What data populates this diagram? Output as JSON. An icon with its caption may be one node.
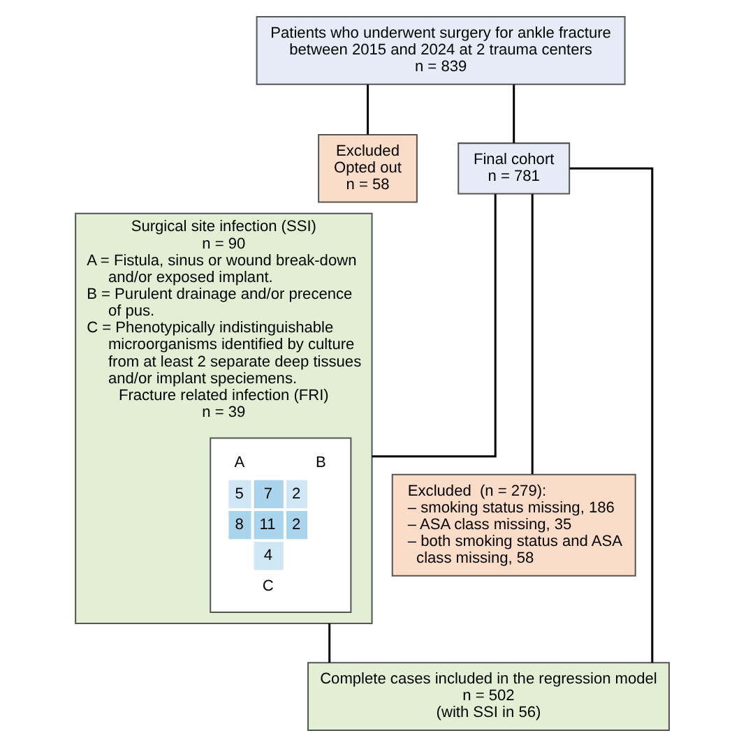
{
  "diagram": {
    "nodes": [
      {
        "text": [
          "Patients who underwent surgery for ankle fracture between 2015 and 2024 at 2 trauma centers",
          "n = 839"
        ]
      },
      {
        "text": [
          "Excluded",
          "Opted out",
          "n = 58"
        ]
      },
      {
        "text": [
          "Final cohort",
          "n = 781"
        ]
      },
      {
        "text": [
          "Surgical site infection (SSI)",
          "n = 90",
          "A = Fistula, sinus or wound break-down and/or exposed implant.",
          "B = Purulent drainage and/or precence of pus.",
          "C = Phenotypically indistinguishable microorganisms identified by culture from at least 2 separate deep tissues and/or implant speciemens.",
          "Fracture related infection (FRI)",
          "n = 39"
        ]
      },
      {
        "text": [
          "A",
          "B",
          "5",
          "7",
          "2",
          "8",
          "11",
          "2",
          "4",
          "C"
        ],
        "in": 3
      },
      {
        "text": [
          "Excluded  (n = 279):",
          "– smoking status missing, 186",
          "– ASA class missing, 35",
          "– both smoking status and ASA class missing, 58"
        ]
      },
      {
        "text": [
          "Complete cases included in the regression model",
          "n = 502",
          "(with SSI in 56)"
        ]
      }
    ],
    "edges": [
      {
        "from": 0,
        "to": 2,
        "arrow": "none"
      },
      {
        "from": 0,
        "to": 1,
        "arrow": "none"
      },
      {
        "from": 2,
        "to": 3,
        "arrow": "none"
      },
      {
        "from": 2,
        "to": 6,
        "arrow": "none"
      },
      {
        "from": 3,
        "to": 6,
        "arrow": "none"
      },
      {
        "from": 2,
        "to": 5,
        "arrow": "none"
      }
    ]
  }
}
